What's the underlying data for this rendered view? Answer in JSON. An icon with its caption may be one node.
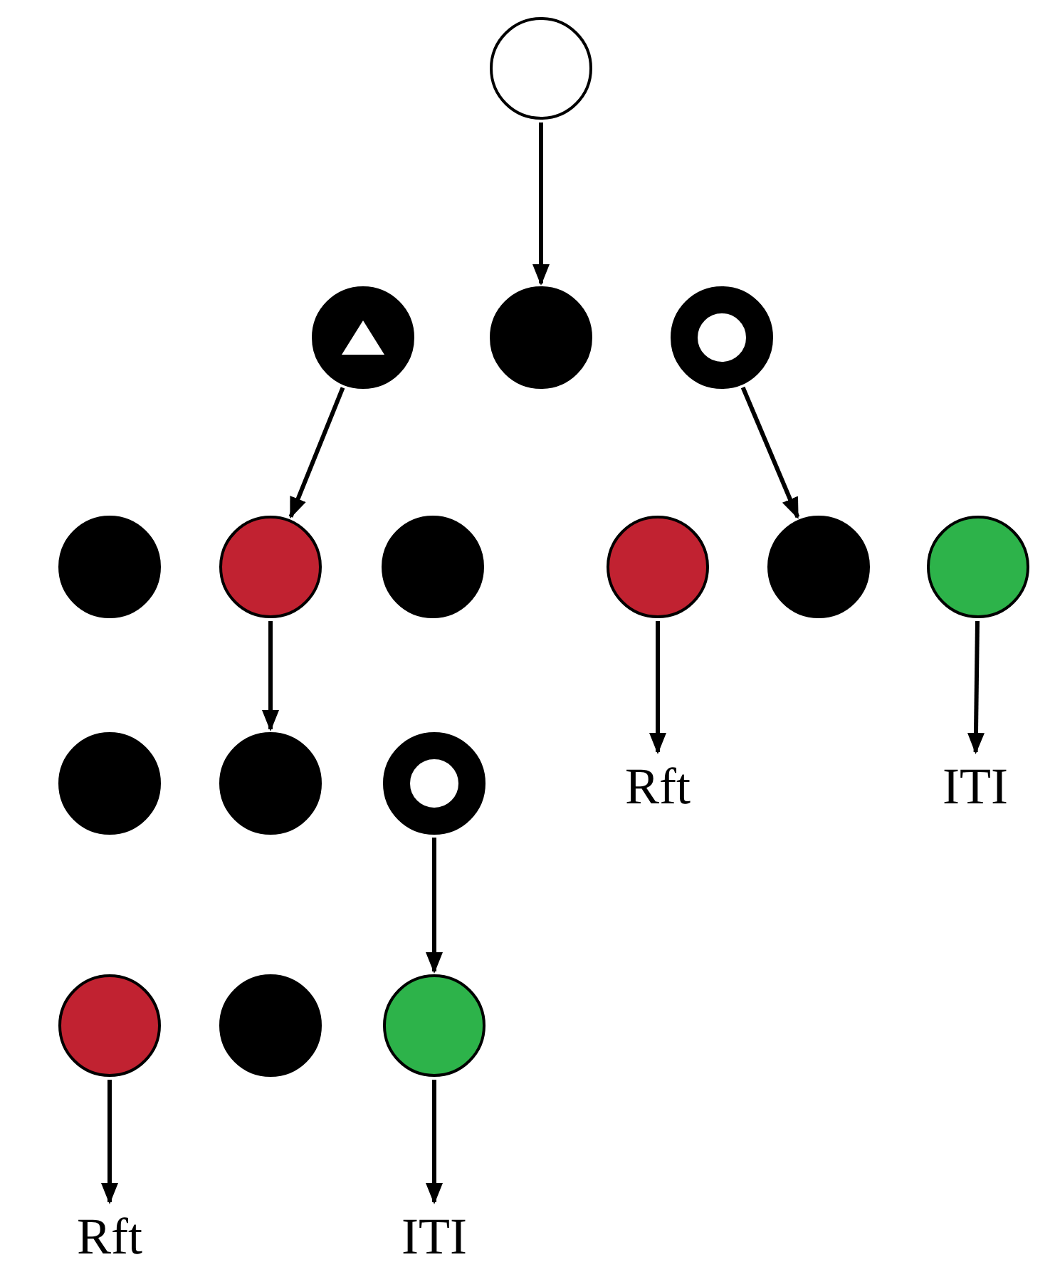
{
  "diagram": {
    "nodes": [
      {
        "text": [],
        "shape": "circle"
      },
      {
        "text": [],
        "shape": "circle"
      },
      {
        "text": [],
        "shape": "circle"
      },
      {
        "text": [],
        "shape": "circle"
      },
      {
        "text": [],
        "shape": "circle"
      },
      {
        "text": [],
        "shape": "circle"
      },
      {
        "text": [],
        "shape": "circle"
      },
      {
        "text": [],
        "shape": "circle"
      },
      {
        "text": [],
        "shape": "circle"
      },
      {
        "text": [],
        "shape": "circle"
      },
      {
        "text": [],
        "shape": "circle"
      },
      {
        "text": [],
        "shape": "circle"
      },
      {
        "text": [],
        "shape": "circle"
      },
      {
        "text": [
          "Rft"
        ]
      },
      {
        "text": [
          "ITI"
        ]
      },
      {
        "text": [],
        "shape": "circle"
      },
      {
        "text": [],
        "shape": "circle"
      },
      {
        "text": [],
        "shape": "circle"
      },
      {
        "text": [
          "Rft"
        ]
      },
      {
        "text": [
          "ITI"
        ]
      }
    ],
    "edges": [
      {
        "from": 0,
        "to": 2,
        "arrow": "to"
      },
      {
        "from": 1,
        "to": 5,
        "arrow": "to"
      },
      {
        "from": 3,
        "to": 8,
        "arrow": "to"
      },
      {
        "from": 5,
        "to": 11,
        "arrow": "to"
      },
      {
        "from": 7,
        "to": 13,
        "arrow": "to"
      },
      {
        "from": 9,
        "to": 14,
        "arrow": "to"
      },
      {
        "from": 12,
        "to": 17,
        "arrow": "to"
      },
      {
        "from": 15,
        "to": 18,
        "arrow": "to"
      },
      {
        "from": 17,
        "to": 19,
        "arrow": "to"
      }
    ]
  }
}
